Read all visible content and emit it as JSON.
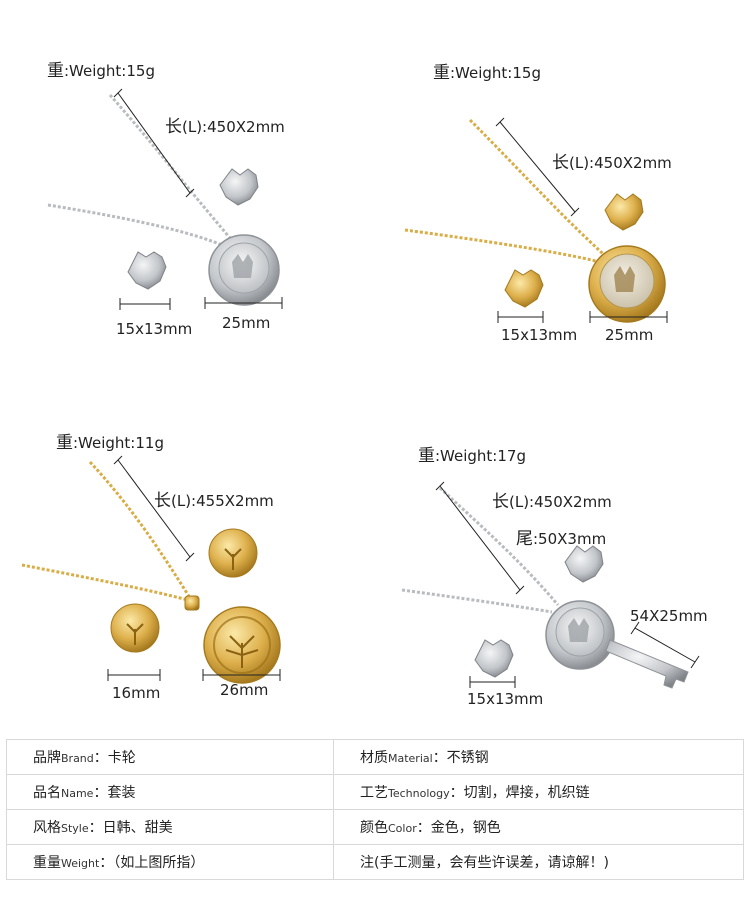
{
  "colors": {
    "silver": "#c9ccd0",
    "silver_dark": "#8e9297",
    "gold": "#d9ad46",
    "gold_dark": "#a57a1e",
    "line": "#222222",
    "table_border": "#d9d9d9"
  },
  "products": [
    {
      "weight_cn": "重",
      "weight": ":Weight:15g",
      "length_cn": "长",
      "length": "(L):450X2mm",
      "earring": "15x13mm",
      "pendant": "25mm",
      "tone": "silver"
    },
    {
      "weight_cn": "重",
      "weight": ":Weight:15g",
      "length_cn": "长",
      "length": "(L):450X2mm",
      "earring": "15x13mm",
      "pendant": "25mm",
      "tone": "gold"
    },
    {
      "weight_cn": "重",
      "weight": ":Weight:11g",
      "length_cn": "长",
      "length": "(L):455X2mm",
      "earring": "16mm",
      "pendant": "26mm",
      "tone": "gold"
    },
    {
      "weight_cn": "重",
      "weight": ":Weight:17g",
      "length_cn": "长",
      "length": "(L):450X2mm",
      "tail_cn": "尾",
      "tail": ":50X3mm",
      "earring": "15x13mm",
      "pendant": "54X25mm",
      "tone": "silver"
    }
  ],
  "specs": [
    [
      {
        "key": "品牌",
        "key_en": "Brand",
        "value": "：卡轮"
      },
      {
        "key": "材质",
        "key_en": "Material",
        "value": "：不锈钢"
      }
    ],
    [
      {
        "key": "品名",
        "key_en": "Name",
        "value": "：套装"
      },
      {
        "key": "工艺",
        "key_en": "Technology",
        "value": "：切割，焊接，机织链"
      }
    ],
    [
      {
        "key": "风格",
        "key_en": "Style",
        "value": "：日韩、甜美"
      },
      {
        "key": "颜色",
        "key_en": "Color",
        "value": "：金色，钢色"
      }
    ],
    [
      {
        "key": "重量",
        "key_en": "Weight",
        "value": "：（如上图所指）"
      },
      {
        "key": "注",
        "key_en": "",
        "value": "(手工测量，会有些许误差，请谅解！)"
      }
    ]
  ]
}
